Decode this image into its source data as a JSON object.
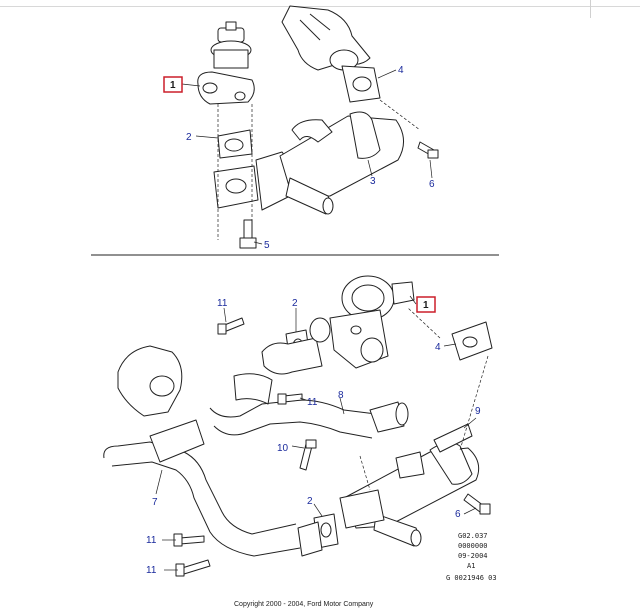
{
  "callouts_top": [
    {
      "id": "c1-top",
      "label": "1",
      "boxed": true
    },
    {
      "id": "c2-top",
      "label": "2"
    },
    {
      "id": "c3-top",
      "label": "3"
    },
    {
      "id": "c4-top",
      "label": "4"
    },
    {
      "id": "c5-top",
      "label": "5"
    },
    {
      "id": "c6-top",
      "label": "6"
    }
  ],
  "callouts_bottom": [
    {
      "id": "c11a",
      "label": "11"
    },
    {
      "id": "c2a",
      "label": "2"
    },
    {
      "id": "c1-bottom",
      "label": "1",
      "boxed": true
    },
    {
      "id": "c4-bottom",
      "label": "4"
    },
    {
      "id": "c8",
      "label": "8"
    },
    {
      "id": "c11b",
      "label": "11"
    },
    {
      "id": "c9",
      "label": "9"
    },
    {
      "id": "c10",
      "label": "10"
    },
    {
      "id": "c7",
      "label": "7"
    },
    {
      "id": "c2b",
      "label": "2"
    },
    {
      "id": "c6-bottom",
      "label": "6"
    },
    {
      "id": "c11c",
      "label": "11"
    },
    {
      "id": "c11d",
      "label": "11"
    }
  ],
  "reference": {
    "line1": "G02.037",
    "line2": "0000000",
    "line3": "09-2004",
    "line4": "A1",
    "line5": "G 0021946 03"
  },
  "copyright": "Copyright 2000 - 2004, Ford Motor Company",
  "colors": {
    "callout": "#1a2a9c",
    "box": "#cc1f2a",
    "line": "#222222"
  }
}
